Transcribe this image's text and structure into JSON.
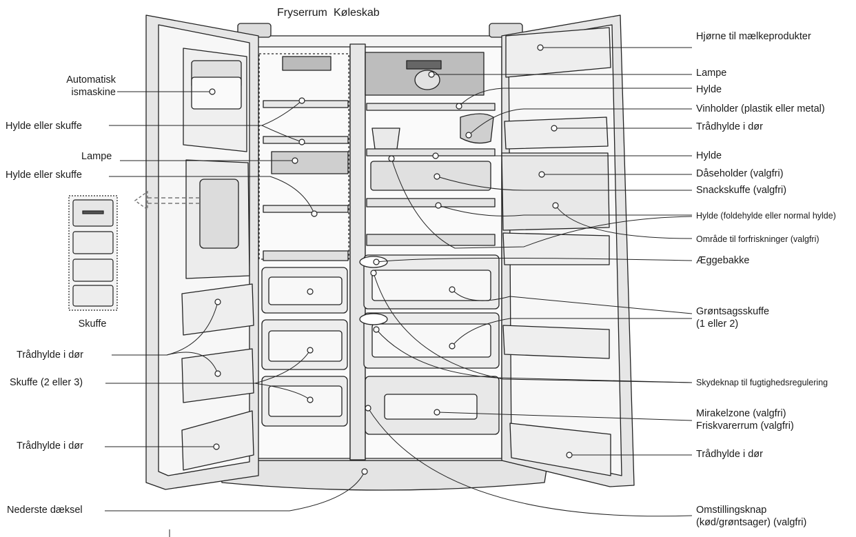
{
  "header": {
    "freezer_title": "Fryserrum",
    "fridge_title": "Køleskab"
  },
  "left_labels": {
    "ice_maker_line1": "Automatisk",
    "ice_maker_line2": "ismaskine",
    "shelf_or_drawer_1": "Hylde eller skuffe",
    "lamp": "Lampe",
    "shelf_or_drawer_2": "Hylde eller skuffe",
    "drawer_inset": "Skuffe",
    "door_wire_shelf_1": "Trådhylde i dør",
    "drawer_2_or_3": "Skuffe (2 eller 3)",
    "door_wire_shelf_2": "Trådhylde i dør",
    "bottom_cover": "Nederste dæksel"
  },
  "right_labels": {
    "dairy_corner": "Hjørne til mælkeprodukter",
    "lamp": "Lampe",
    "shelf_1": "Hylde",
    "wine_holder": "Vinholder (plastik eller metal)",
    "door_wire_shelf_1": "Trådhylde i dør",
    "shelf_2": "Hylde",
    "can_holder": "Dåseholder (valgfri)",
    "snack_drawer": "Snackskuffe (valgfri)",
    "shelf_fold": "Hylde (foldehylde eller normal hylde)",
    "refreshment_area": "Område til forfriskninger (valgfri)",
    "egg_tray": "Æggebakke",
    "vegetable_drawer_line1": "Grøntsagsskuffe",
    "vegetable_drawer_line2": "(1 eller 2)",
    "humidity_slider": "Skydeknap til fugtighedsregulering",
    "miracle_zone": "Mirakelzone (valgfri)",
    "fresh_room": "Friskvarerrum (valgfri)",
    "door_wire_shelf_2": "Trådhylde i dør",
    "switch_knob_line1": "Omstillingsknap",
    "switch_knob_line2": "(kød/grøntsager) (valgfri)"
  },
  "colors": {
    "line": "#222222",
    "fill_light": "#f2f2f2",
    "fill_mid": "#d8d8d8",
    "fill_dark": "#9a9a9a"
  }
}
